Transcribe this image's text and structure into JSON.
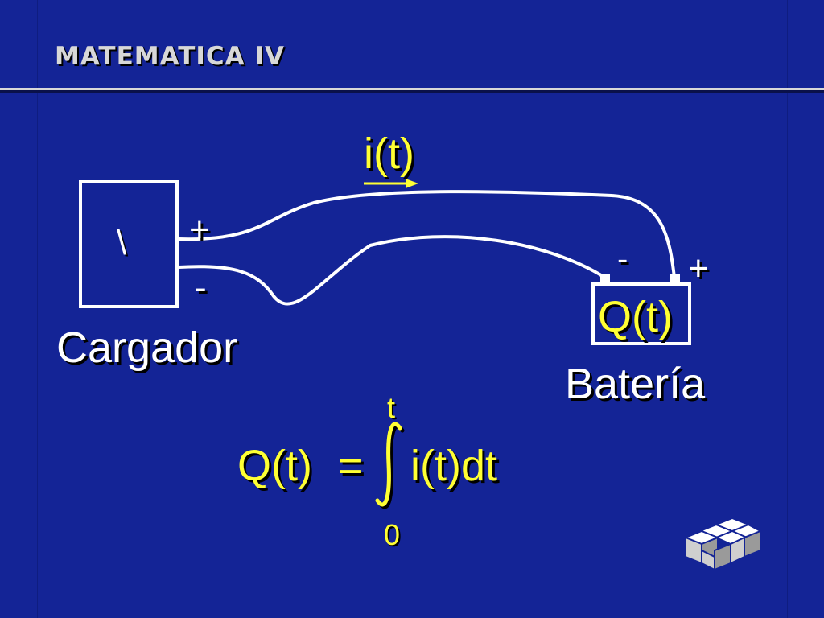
{
  "slide": {
    "title": "MATEMATICA IV"
  },
  "charger": {
    "symbol": "\\",
    "plus": "+",
    "minus": "-",
    "label": "Cargador"
  },
  "current": {
    "label": "i(t)"
  },
  "battery": {
    "minus": "-",
    "plus": "+",
    "content": "Q(t)",
    "label": "Batería"
  },
  "formula": {
    "lhs": "Q(t)",
    "equals": "=",
    "upper_limit": "t",
    "lower_limit": "0",
    "integrand": "i(t)dt"
  },
  "colors": {
    "background": "#142496",
    "yellow": "#ffff33",
    "white": "#ffffff",
    "shadow": "#000000"
  },
  "icons": {
    "logo": "cube-cluster-logo-icon"
  }
}
